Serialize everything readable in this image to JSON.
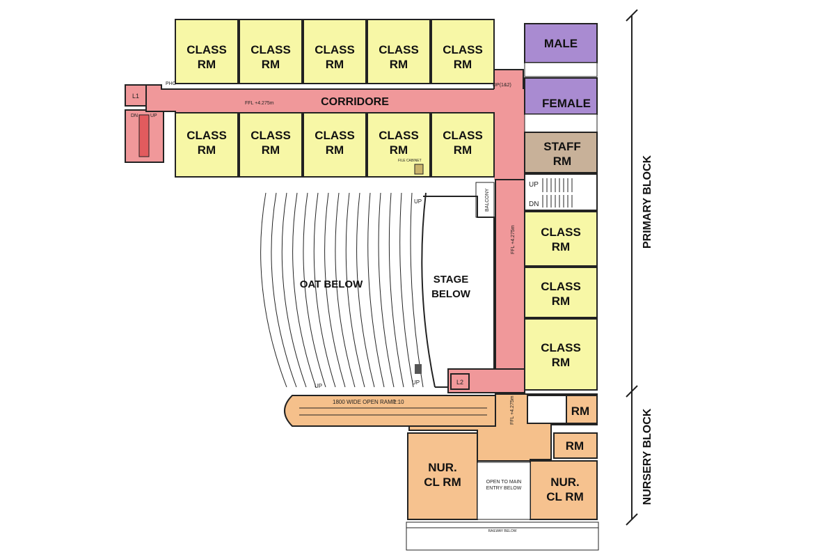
{
  "colors": {
    "classroom": "#f7f7a6",
    "corridor": "#f0989a",
    "toilet": "#a98bd1",
    "staff": "#c8b199",
    "nursery": "#f6c28f",
    "nursery_corridor": "#f5c08b",
    "wall": "#222222"
  },
  "primary_block": {
    "label": "PRIMARY BLOCK",
    "corridor_label": "CORRIDORE",
    "ffl_label": "FFL +4.275m",
    "ffl_vertical_label": "FFL +4.275m",
    "classrooms": [
      {
        "line1": "CLASS",
        "line2": "RM"
      },
      {
        "line1": "CLASS",
        "line2": "RM"
      },
      {
        "line1": "CLASS",
        "line2": "RM"
      },
      {
        "line1": "CLASS",
        "line2": "RM"
      },
      {
        "line1": "CLASS",
        "line2": "RM"
      },
      {
        "line1": "CLASS",
        "line2": "RM"
      },
      {
        "line1": "CLASS",
        "line2": "RM"
      },
      {
        "line1": "CLASS",
        "line2": "RM"
      },
      {
        "line1": "CLASS",
        "line2": "RM"
      },
      {
        "line1": "CLASS",
        "line2": "RM"
      },
      {
        "line1": "CLASS",
        "line2": "RM"
      },
      {
        "line1": "CLASS",
        "line2": "RM"
      },
      {
        "line1": "CLASS",
        "line2": "RM"
      }
    ],
    "male_label": "MALE",
    "female_label": "FEMALE",
    "staff_line1": "STAFF",
    "staff_line2": "RM",
    "balcony_label": "BALCONY",
    "stair_up": "UP",
    "stair_dn": "DN",
    "lift1": "L1",
    "lift2": "L2",
    "phc": "PHC",
    "dp_label": "DP(1&2)",
    "file_cabinet": "FILE CABINET",
    "stair_left_up": "UP",
    "stair_left_dn": "DN"
  },
  "auditorium": {
    "oat_label": "OAT BELOW",
    "stage_line1": "STAGE",
    "stage_line2": "BELOW",
    "up1": "UP",
    "up2": "UP",
    "up3": "UP"
  },
  "nursery_block": {
    "label": "NURSERY BLOCK",
    "ramp_label": "1800 WIDE OPEN RAMP",
    "ramp_slope": "1:10",
    "ffl_label": "FFL +4.275m",
    "nur_left_line1": "NUR.",
    "nur_left_line2": "CL RM",
    "nur_right_line1": "NUR.",
    "nur_right_line2": "CL RM",
    "rm_upper": "RM",
    "rm_lower": "RM",
    "open_entry_line1": "OPEN TO MAIN",
    "open_entry_line2": "ENTRY BELOW",
    "railway_label": "RAILWAY BELOW"
  }
}
